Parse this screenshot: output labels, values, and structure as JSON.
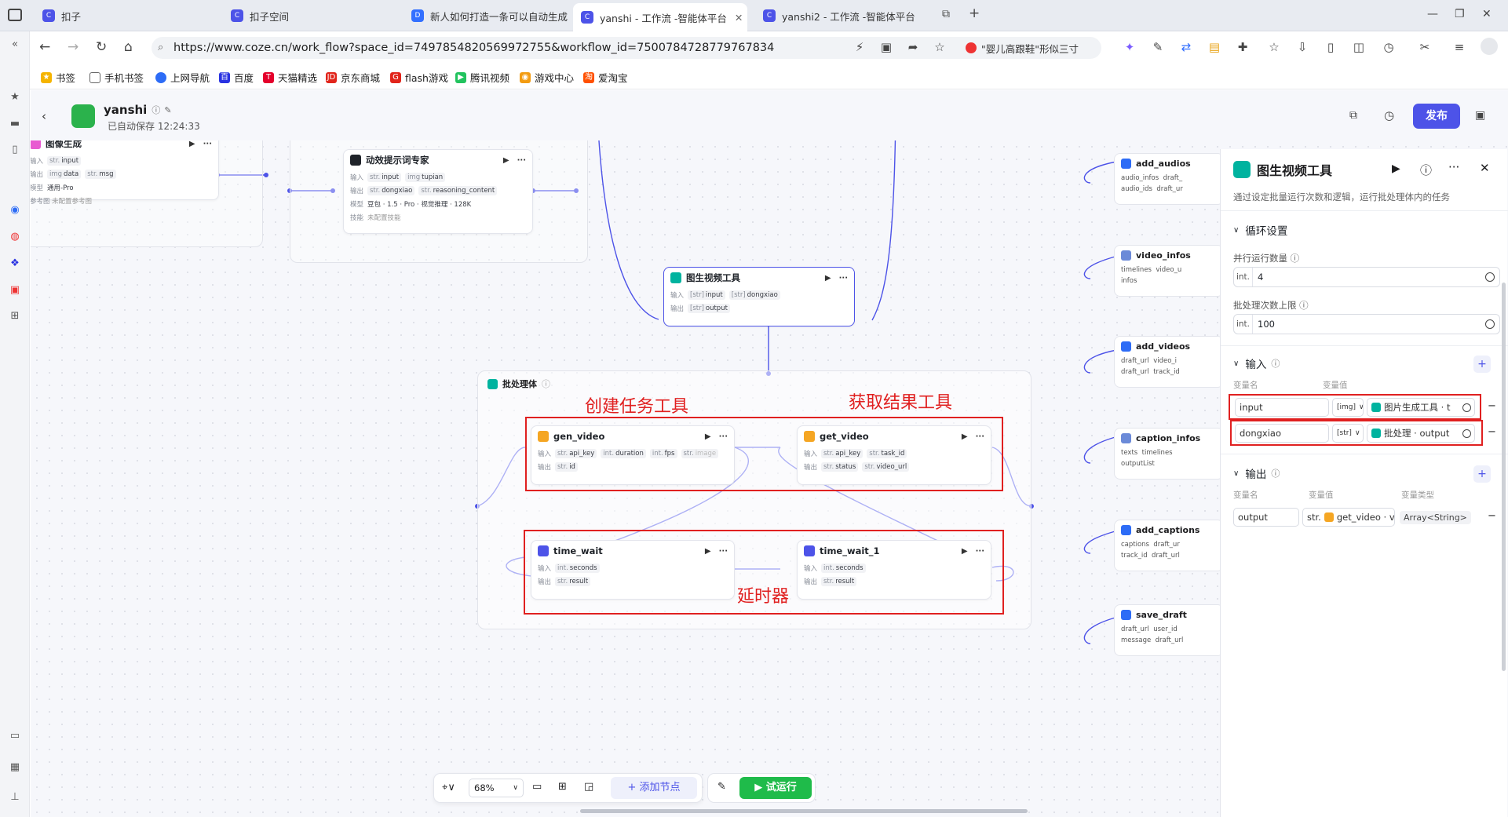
{
  "browser": {
    "tabs": [
      {
        "label": "扣子"
      },
      {
        "label": "扣子空间"
      },
      {
        "label": "新人如何打造一条可以自动生成"
      },
      {
        "label": "yanshi - 工作流 -智能体平台"
      },
      {
        "label": "yanshi2 - 工作流 -智能体平台"
      }
    ],
    "url": "https://www.coze.cn/work_flow?space_id=7497854820569972755&workflow_id=7500784728779767834",
    "search_hint": "\"婴儿高跟鞋\"形似三寸",
    "bookmarks": [
      "书签",
      "手机书签",
      "上网导航",
      "百度",
      "天猫精选",
      "京东商城",
      "flash游戏",
      "腾讯视频",
      "游戏中心",
      "爱淘宝"
    ]
  },
  "app": {
    "workflow_name": "yanshi",
    "autosave": "已自动保存 12:24:33",
    "publish_label": "发布"
  },
  "canvas": {
    "nodes": {
      "image_gen": {
        "title": "图像生成",
        "in_label": "输入",
        "in": "input",
        "out_label": "输出",
        "out1": "data",
        "out2": "msg",
        "model_label": "模型",
        "model": "通用-Pro",
        "ref_label": "参考图",
        "ref": "未配置参考图"
      },
      "prompt": {
        "title": "动效提示词专家",
        "in_label": "输入",
        "in1": "input",
        "in2": "tupian",
        "out_label": "输出",
        "out1": "dongxiao",
        "out2": "reasoning_content",
        "model_label": "模型",
        "model": "豆包 · 1.5 · Pro · 视觉推理 · 128K",
        "skill_label": "技能",
        "skill": "未配置技能"
      },
      "i2v": {
        "title": "图生视频工具",
        "in_label": "输入",
        "in1": "input",
        "in2": "dongxiao",
        "out_label": "输出",
        "out": "output"
      },
      "batch": {
        "title": "批处理体"
      },
      "gen_video": {
        "title": "gen_video",
        "in_label": "输入",
        "in1": "api_key",
        "in2": "duration",
        "in3": "fps",
        "in4": "image",
        "out_label": "输出",
        "out": "id"
      },
      "get_video": {
        "title": "get_video",
        "in_label": "输入",
        "in1": "api_key",
        "in2": "task_id",
        "out_label": "输出",
        "out1": "status",
        "out2": "video_url"
      },
      "time_wait": {
        "title": "time_wait",
        "in_label": "输入",
        "in": "seconds",
        "out_label": "输出",
        "out": "result"
      },
      "time_wait_1": {
        "title": "time_wait_1",
        "in_label": "输入",
        "in": "seconds",
        "out_label": "输出",
        "out": "result"
      },
      "right_nodes": [
        {
          "title": "add_audios",
          "r1a": "audio_infos",
          "r1b": "draft_",
          "r2a": "audio_ids",
          "r2b": "draft_ur"
        },
        {
          "title": "video_infos",
          "r1a": "timelines",
          "r1b": "video_u",
          "r2a": "infos",
          "r2b": ""
        },
        {
          "title": "add_videos",
          "r1a": "draft_url",
          "r1b": "video_i",
          "r2a": "draft_url",
          "r2b": "track_id"
        },
        {
          "title": "caption_infos",
          "r1a": "texts",
          "r1b": "timelines",
          "r2a": "outputList",
          "r2b": ""
        },
        {
          "title": "add_captions",
          "r1a": "captions",
          "r1b": "draft_ur",
          "r2a": "track_id",
          "r2b": "draft_url"
        },
        {
          "title": "save_draft",
          "r1a": "draft_url",
          "r1b": "user_id",
          "r2a": "message",
          "r2b": "draft_url"
        }
      ]
    },
    "annotations": {
      "create": "创建任务工具",
      "result": "获取结果工具",
      "delay": "延时器"
    }
  },
  "panel": {
    "title": "图生视频工具",
    "desc": "通过设定批量运行次数和逻辑，运行批处理体内的任务",
    "loop_section": "循环设置",
    "parallel_label": "并行运行数量",
    "parallel_type": "int.",
    "parallel_value": "4",
    "limit_label": "批处理次数上限",
    "limit_type": "int.",
    "limit_value": "100",
    "input_section": "输入",
    "col_name": "变量名",
    "col_value": "变量值",
    "col_type": "变量类型",
    "inputs": [
      {
        "name": "input",
        "ref": "图片生成工具 · t"
      },
      {
        "name": "dongxiao",
        "ref": "批处理 · output"
      }
    ],
    "output_section": "输出",
    "output": {
      "name": "output",
      "type_short": "str.",
      "ref": "get_video · v",
      "type": "Array<String>"
    }
  },
  "toolbar": {
    "zoom": "68%",
    "add_node": "添加节点",
    "run": "试运行"
  }
}
